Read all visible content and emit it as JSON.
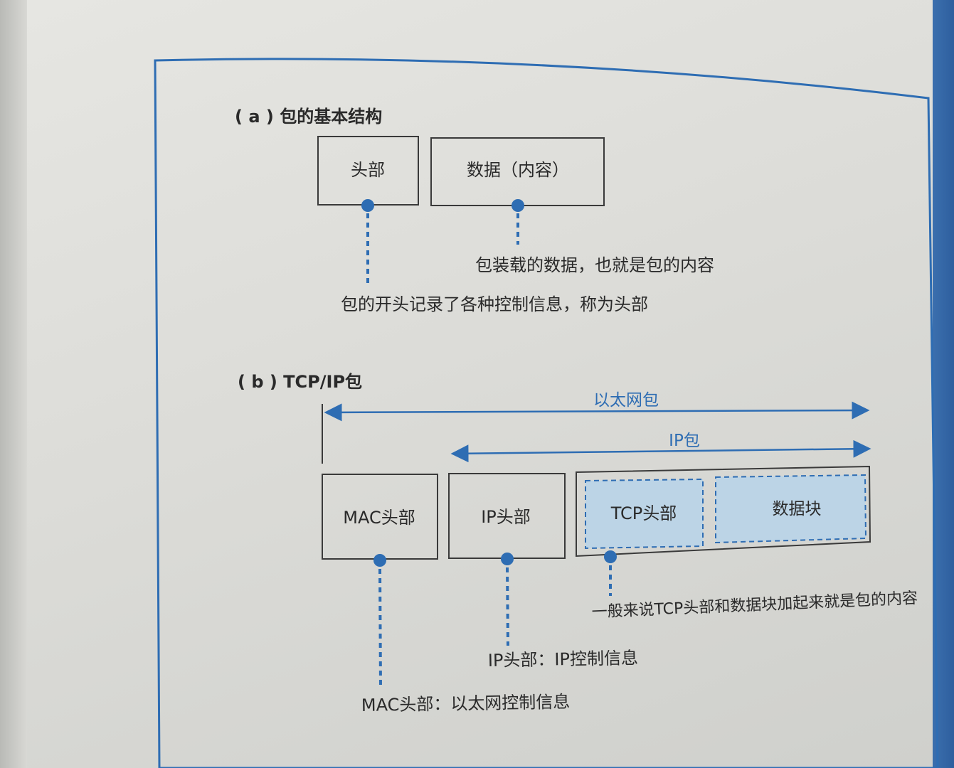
{
  "part_a": {
    "title": "( a ) 包的基本结构",
    "header_box": "头部",
    "data_box": "数据（内容）",
    "data_note": "包装载的数据，也就是包的内容",
    "header_note": "包的开头记录了各种控制信息，称为头部"
  },
  "part_b": {
    "title": "( b ) TCP/IP包",
    "ethernet_label": "以太网包",
    "ip_label": "IP包",
    "mac_box": "MAC头部",
    "ip_box": "IP头部",
    "tcp_box": "TCP头部",
    "datablock_box": "数据块",
    "content_note": "一般来说TCP头部和数据块加起来就是包的内容",
    "ip_note": "IP头部：IP控制信息",
    "mac_note": "MAC头部：以太网控制信息"
  },
  "colors": {
    "accent": "#2e6db3",
    "tcp_fill": "#bcd4e6",
    "border": "#2e6db3"
  }
}
